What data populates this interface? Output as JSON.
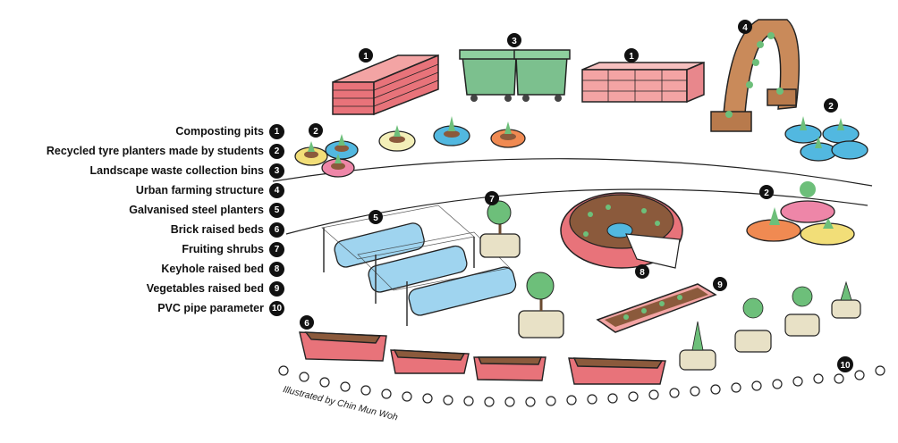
{
  "legend": [
    {
      "num": "1",
      "label": "Composting pits"
    },
    {
      "num": "2",
      "label": "Recycled tyre planters made by students"
    },
    {
      "num": "3",
      "label": "Landscape waste collection bins"
    },
    {
      "num": "4",
      "label": "Urban farming structure"
    },
    {
      "num": "5",
      "label": "Galvanised steel planters"
    },
    {
      "num": "6",
      "label": "Brick raised beds"
    },
    {
      "num": "7",
      "label": "Fruiting shrubs"
    },
    {
      "num": "8",
      "label": "Keyhole raised bed"
    },
    {
      "num": "9",
      "label": "Vegetables raised bed"
    },
    {
      "num": "10",
      "label": "PVC pipe parameter"
    }
  ],
  "credit": "Illustrated by Chin Mun Woh",
  "colors": {
    "brick": "#e8737a",
    "brick_light": "#f3a4a4",
    "bin_green": "#7cc08e",
    "tyre_blue": "#52b8e0",
    "tyre_pink": "#ee86a8",
    "tyre_yellow": "#f2de78",
    "tyre_orange": "#f08a52",
    "tyre_cream": "#f3efb8",
    "steel_blue": "#9fd4ef",
    "pot": "#e8e1c6",
    "soil": "#8b5a3c",
    "leaf": "#6dbf7a"
  }
}
